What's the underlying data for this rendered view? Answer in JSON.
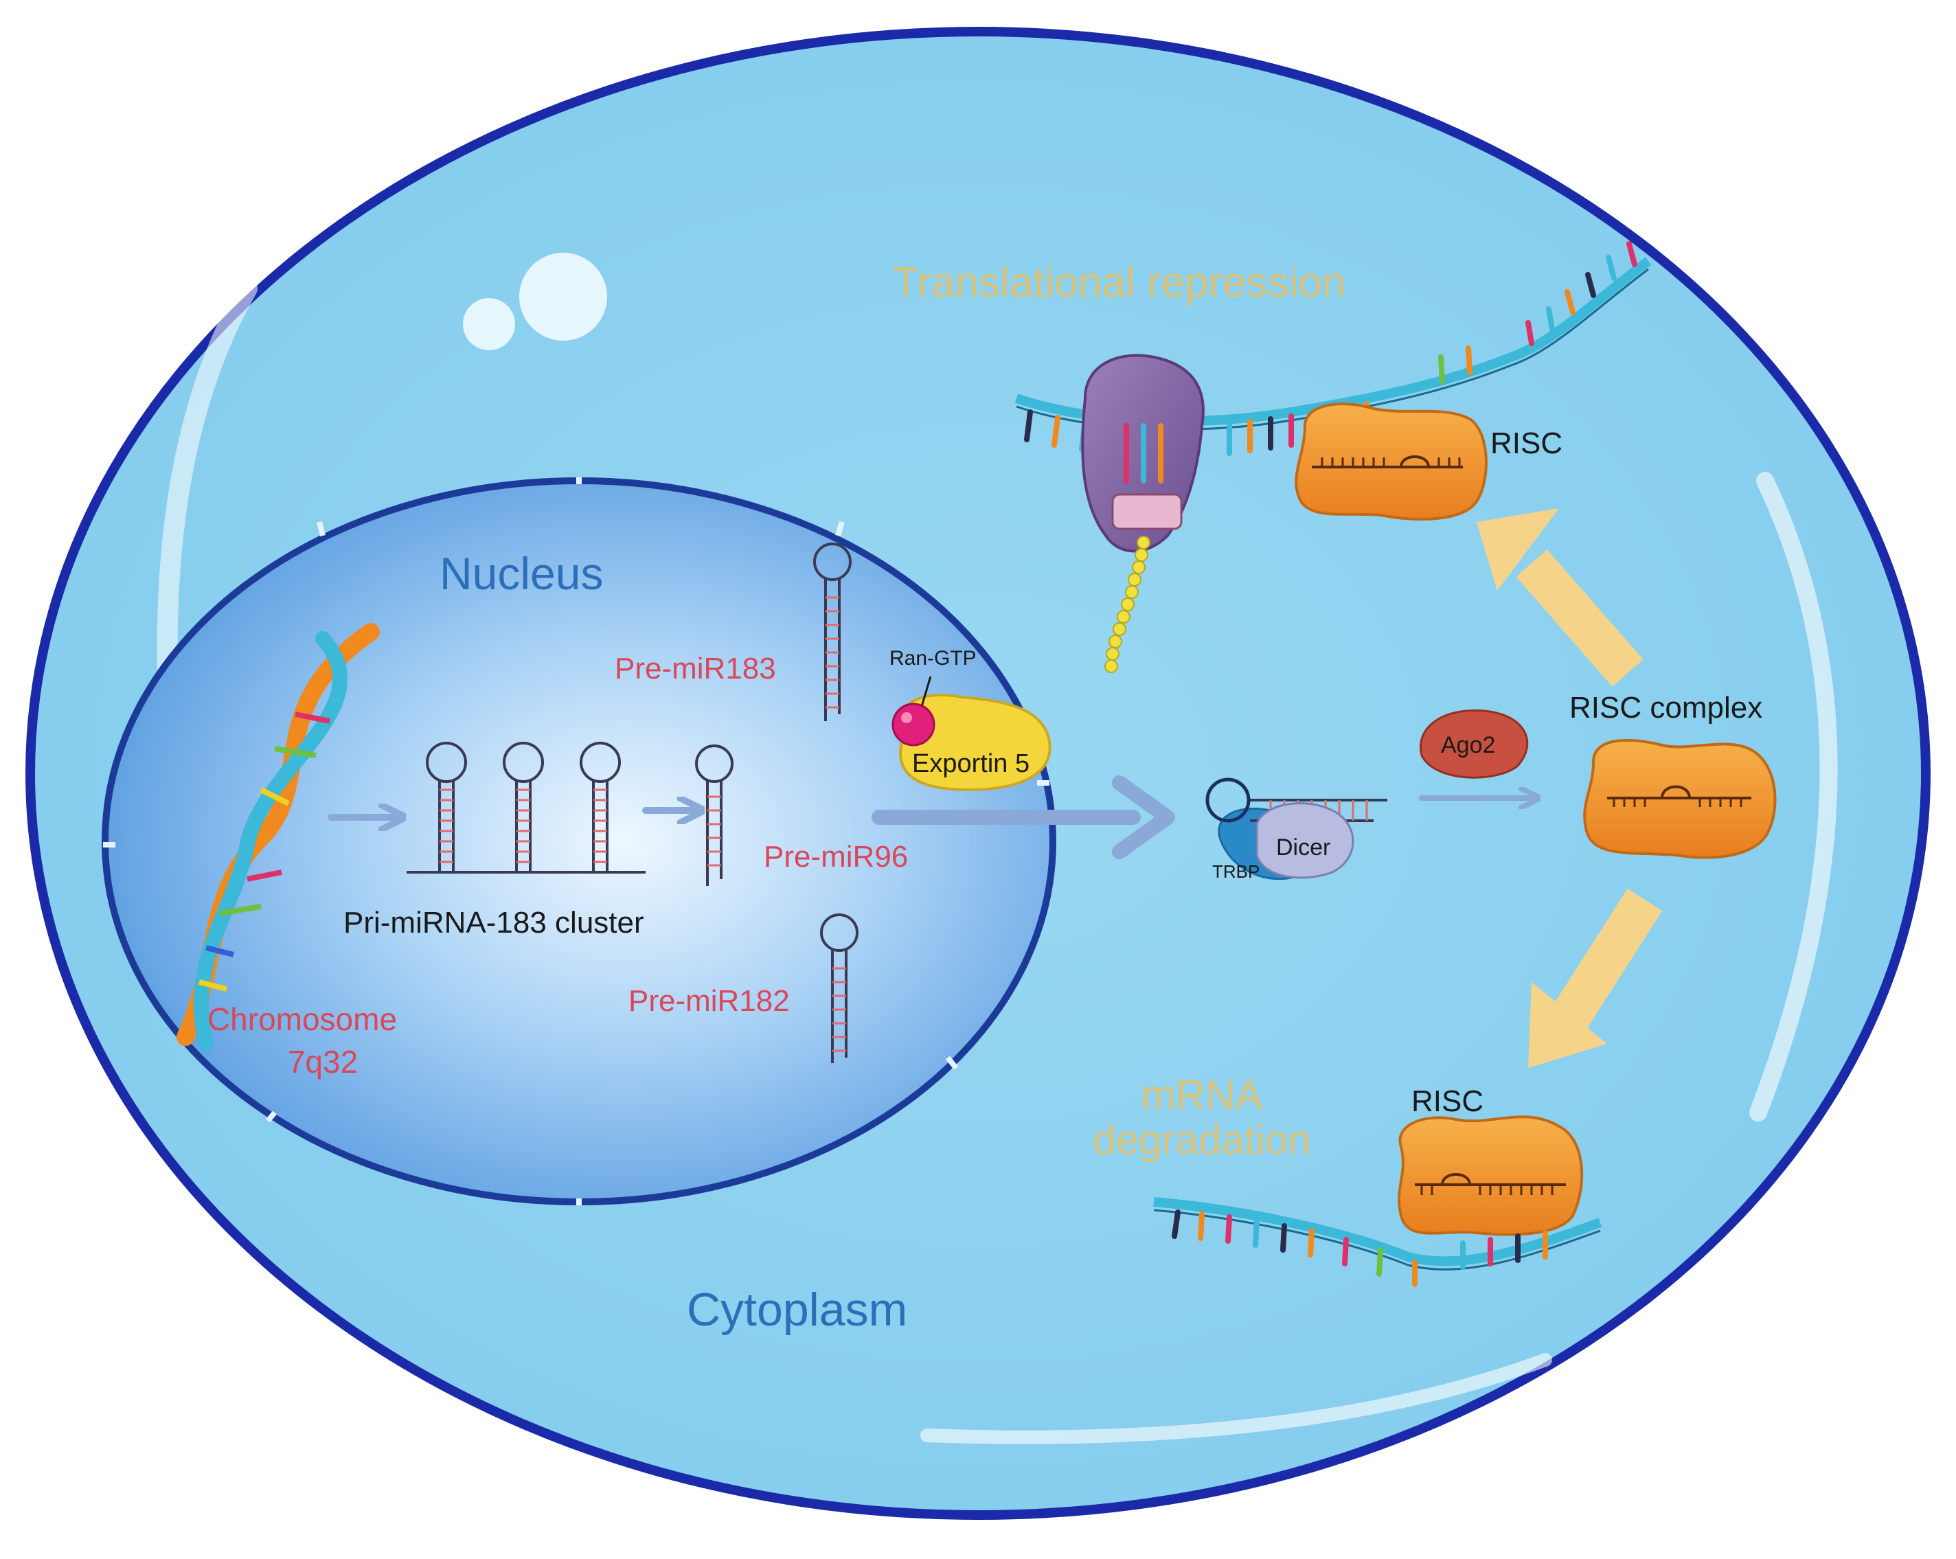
{
  "labels": {
    "nucleus": "Nucleus",
    "cytoplasm": "Cytoplasm",
    "chromosome_line1": "Chromosome",
    "chromosome_line2": "7q32",
    "pri_cluster": "Pri-miRNA-183 cluster",
    "pre_mir183": "Pre-miR183",
    "pre_mir96": "Pre-miR96",
    "pre_mir182": "Pre-miR182",
    "ran_gtp": "Ran-GTP",
    "exportin5": "Exportin 5",
    "dicer": "Dicer",
    "trbp": "TRBP",
    "ago2": "Ago2",
    "risc_complex": "RISC complex",
    "risc_top": "RISC",
    "risc_bottom": "RISC",
    "translational_repression": "Translational repression",
    "mrna_line1": "mRNA",
    "mrna_line2": "degradation"
  },
  "colors": {
    "cell_fill": "#8fd3f0",
    "cell_border": "#1a2aa8",
    "nucleus_fill": "#5fa6e6",
    "nucleus_center": "#e6f3ff",
    "nucleus_border": "#1c3a98",
    "red_label": "#d9485a",
    "tan_label": "#d9c37a",
    "blue_label": "#2a6fb8",
    "risc_orange": "#f2952e",
    "arrow_blue": "#8aa8d8",
    "arrow_tan": "#f5d48a",
    "ago2_red": "#c85040",
    "exportin_yellow": "#f5d63a",
    "ran_magenta": "#e0207a",
    "ribosome_purple": "#8a6aa8",
    "dicer_lavender": "#b8bce0",
    "trbp_blue": "#2a8ac8"
  }
}
